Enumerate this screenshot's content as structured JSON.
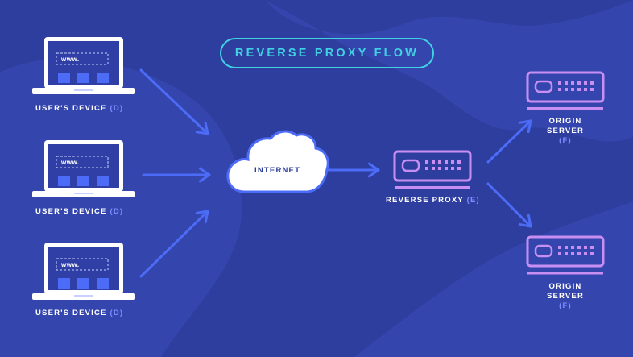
{
  "diagram": {
    "title": "REVERSE PROXY FLOW",
    "colors": {
      "background": "#2e3e9e",
      "background_wave": "#3445ad",
      "accent_cyan": "#41d1e2",
      "arrow_blue": "#4c6cf7",
      "server_purple": "#c98ef2",
      "laptop_white": "#ffffff",
      "screen_blue": "#2f3fa6",
      "tag_blue": "#7d8cff"
    },
    "devices": [
      {
        "label": "USER'S DEVICE",
        "tag": "(D)",
        "url_text": "www."
      },
      {
        "label": "USER'S DEVICE",
        "tag": "(D)",
        "url_text": "www."
      },
      {
        "label": "USER'S DEVICE",
        "tag": "(D)",
        "url_text": "www."
      }
    ],
    "internet": {
      "label": "INTERNET",
      "icon": "cloud-icon"
    },
    "proxy": {
      "label": "REVERSE PROXY",
      "tag": "(E)",
      "icon": "server-icon"
    },
    "origins": [
      {
        "line1": "ORIGIN",
        "line2": "SERVER",
        "tag": "(F)",
        "icon": "server-icon"
      },
      {
        "line1": "ORIGIN",
        "line2": "SERVER",
        "tag": "(F)",
        "icon": "server-icon"
      }
    ]
  }
}
